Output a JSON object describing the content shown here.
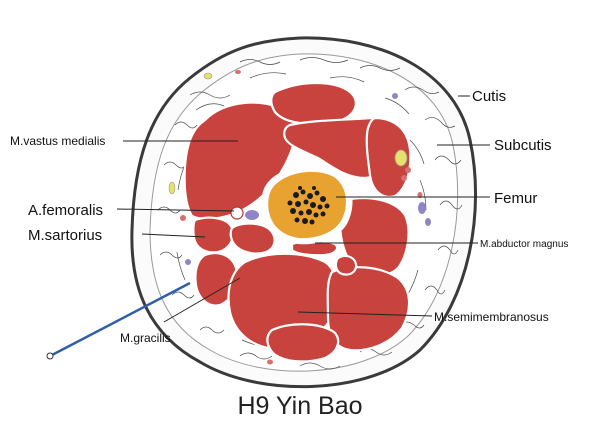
{
  "title": "H9 Yin Bao",
  "labels": {
    "cutis": "Cutis",
    "subcutis": "Subcutis",
    "femur": "Femur",
    "abductor_magnus": "M.abductor magnus",
    "semimembranosus": "M.semimembranosus",
    "vastus_medialis": "M.vastus medialis",
    "femoralis": "A.femoralis",
    "sartorius": "M.sartorius",
    "gracilis": "M.gracilis"
  },
  "colors": {
    "muscle": "#c8433d",
    "skin_outline": "#3a3a3a",
    "bone_cortex": "#e8a230",
    "bone_marrow": "#1a1a1a",
    "artery": "#d47070",
    "vein": "#8f86c8",
    "nerve": "#e7e06a",
    "needle": "#2f5fa8"
  }
}
